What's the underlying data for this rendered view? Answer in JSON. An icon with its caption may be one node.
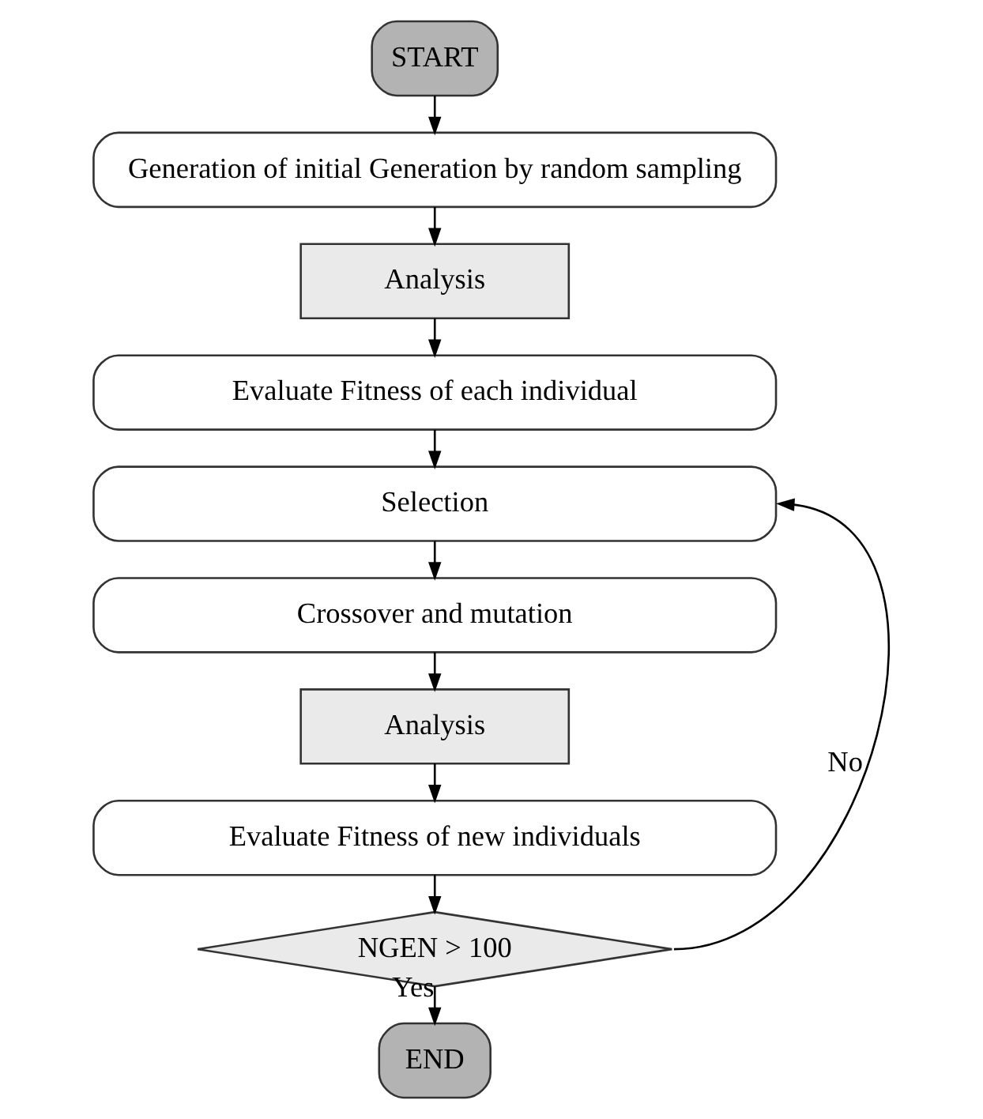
{
  "diagram": {
    "nodes": [
      {
        "text": [
          "START"
        ]
      },
      {
        "text": [
          "Generation of initial Generation by random sampling"
        ]
      },
      {
        "text": [
          "Analysis"
        ]
      },
      {
        "text": [
          "Evaluate Fitness of each individual"
        ]
      },
      {
        "text": [
          "Selection"
        ]
      },
      {
        "text": [
          "Crossover and mutation"
        ]
      },
      {
        "text": [
          "Analysis"
        ]
      },
      {
        "text": [
          "Evaluate Fitness of new individuals"
        ]
      },
      {
        "text": [
          "NGEN > 100"
        ]
      },
      {
        "text": [
          "END"
        ]
      }
    ],
    "edges": [
      {
        "from": 0,
        "to": 1,
        "arrow": "to"
      },
      {
        "from": 1,
        "to": 2,
        "arrow": "to"
      },
      {
        "from": 2,
        "to": 3,
        "arrow": "to"
      },
      {
        "from": 3,
        "to": 4,
        "arrow": "to"
      },
      {
        "from": 4,
        "to": 5,
        "arrow": "to"
      },
      {
        "from": 5,
        "to": 6,
        "arrow": "to"
      },
      {
        "from": 6,
        "to": 7,
        "arrow": "to"
      },
      {
        "from": 7,
        "to": 8,
        "arrow": "to"
      },
      {
        "from": 8,
        "to": 9,
        "label": "Yes",
        "arrow": "to"
      },
      {
        "from": 8,
        "to": 4,
        "label": "No",
        "arrow": "to"
      }
    ]
  }
}
